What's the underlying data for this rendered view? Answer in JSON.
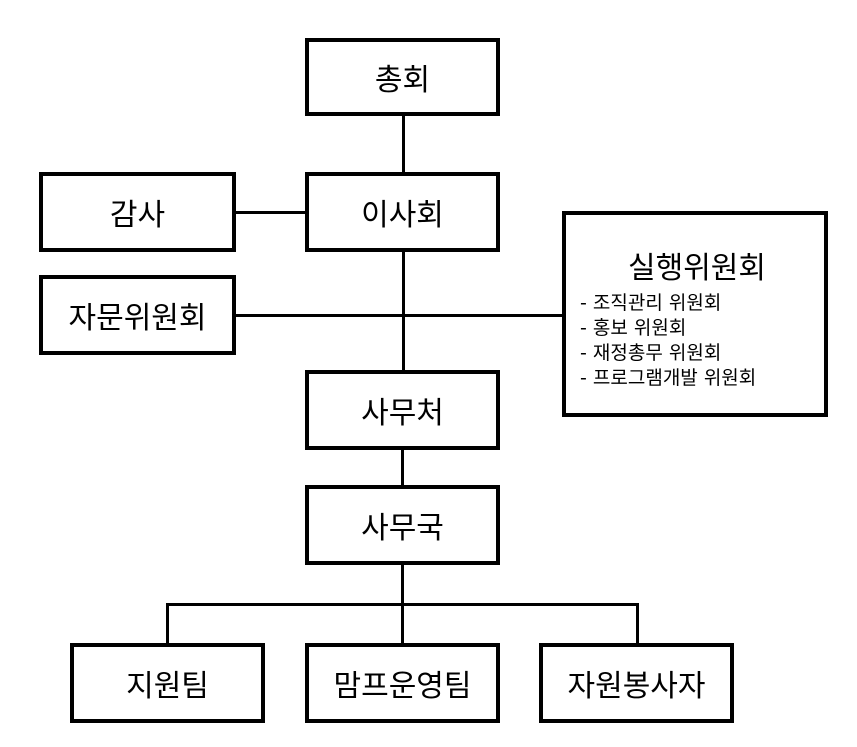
{
  "nodes": {
    "general_assembly": "총회",
    "board": "이사회",
    "audit": "감사",
    "advisory_committee": "자문위원회",
    "secretariat": "사무처",
    "office": "사무국",
    "support_team": "지원팀",
    "mamp_operation_team": "맘프운영팀",
    "volunteers": "자원봉사자"
  },
  "executive_committee": {
    "title": "실행위원회",
    "items": [
      "조직관리 위원회",
      "홍보 위원회",
      "재정총무 위원회",
      "프로그램개발 위원회"
    ]
  },
  "colors": {
    "line": "#000000",
    "box_border": "#000000",
    "background": "#ffffff"
  }
}
